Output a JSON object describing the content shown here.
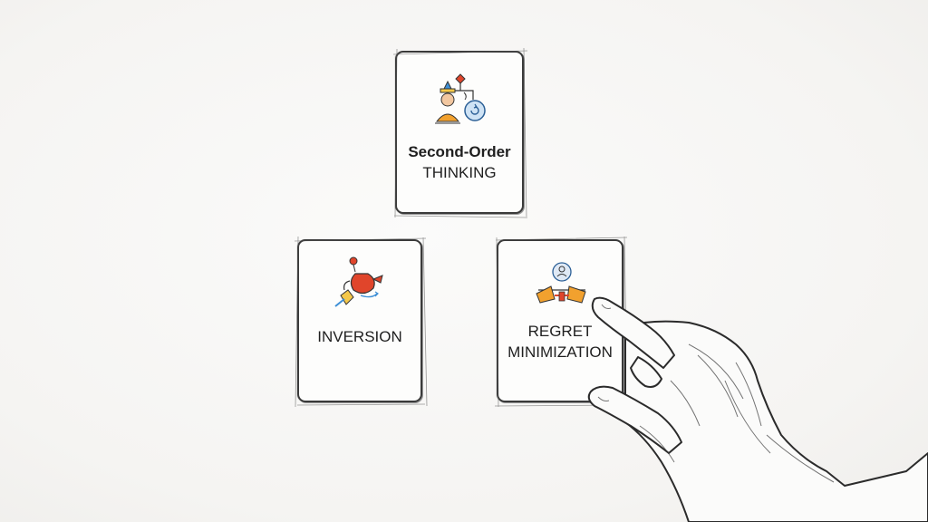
{
  "cards": [
    {
      "id": "second-order",
      "line1": "Second-Order",
      "line2": "THINKING",
      "icon": "decision-tree-person-icon"
    },
    {
      "id": "inversion",
      "line1": "INVERSION",
      "line2": "",
      "icon": "flip-kettle-icon"
    },
    {
      "id": "regret",
      "line1": "REGRET",
      "line2": "MINIMIZATION",
      "icon": "balance-scale-person-icon"
    }
  ],
  "colors": {
    "ink": "#2b2b2b",
    "accent_red": "#e0452b",
    "accent_blue": "#3d8fd6",
    "accent_orange": "#f2a12e",
    "accent_yellow": "#f5c84a"
  }
}
